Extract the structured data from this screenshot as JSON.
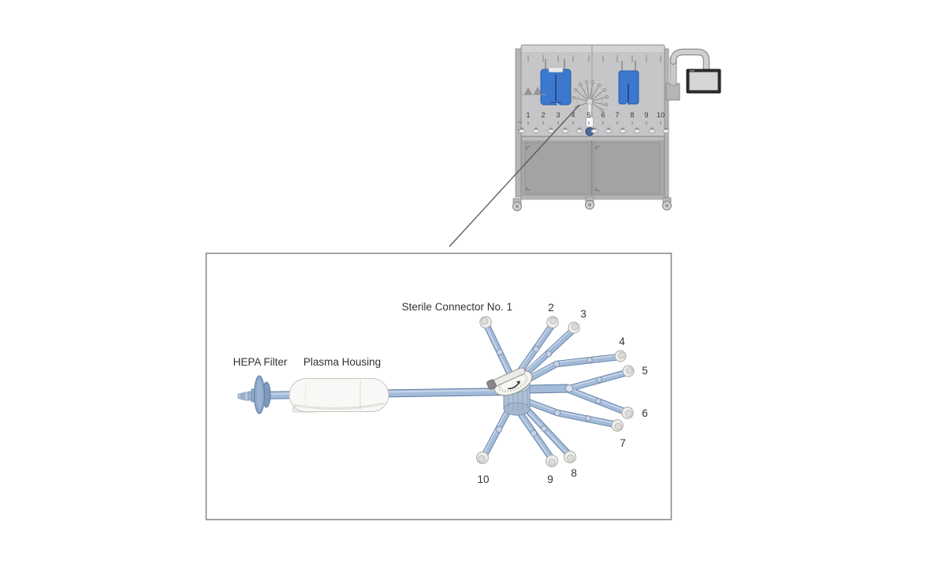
{
  "colors": {
    "page_bg": "#ffffff",
    "cabinet": "#c6c6c8",
    "cabinet_doors": "#a7a7a9",
    "bag_blue": "#3c78ce",
    "tube_blue": "#a3bbd9",
    "tube_edge": "#5f7fa6",
    "detail_box_border": "#8a8a8a",
    "label_text": "#333335"
  },
  "machine": {
    "port_numbers": [
      "1",
      "2",
      "3",
      "4",
      "5",
      "6",
      "7",
      "8",
      "9",
      "10"
    ]
  },
  "detail": {
    "labels": {
      "sterile_connector_no_1": "Sterile Connector No. 1",
      "connector_2": "2",
      "connector_3": "3",
      "connector_4": "4",
      "connector_5": "5",
      "connector_6": "6",
      "connector_7": "7",
      "connector_8": "8",
      "connector_9": "9",
      "connector_10": "10",
      "hepa_filter": "HEPA Filter",
      "plasma_housing": "Plasma Housing"
    }
  }
}
